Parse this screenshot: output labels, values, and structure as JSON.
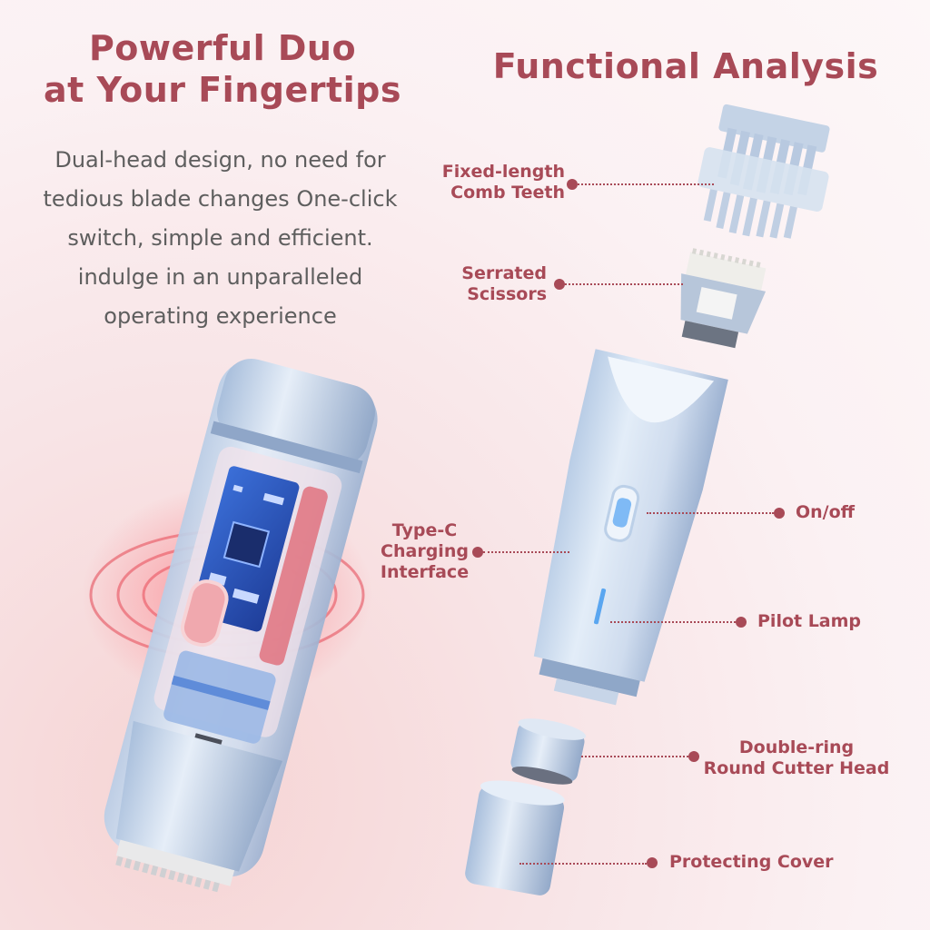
{
  "colors": {
    "accent": "#a84a57",
    "body_text": "#5e5e5e",
    "device_blue": "#c8d8ec",
    "device_blue_dark": "#9fb6d4",
    "glow_red": "#e8646e",
    "led_blue": "#5aa6f0"
  },
  "left": {
    "title_lines": [
      "Powerful Duo",
      "at Your Fingertips"
    ],
    "description_lines": [
      "Dual-head design, no need for",
      "tedious blade changes One-click",
      "switch, simple and efficient.",
      "indulge in an unparalleled",
      "operating experience"
    ]
  },
  "right": {
    "title": "Functional Analysis",
    "callouts": {
      "comb": [
        "Fixed-length",
        "Comb Teeth"
      ],
      "scissors": [
        "Serrated",
        "Scissors"
      ],
      "typec": [
        "Type-C",
        "Charging",
        "Interface"
      ],
      "onoff": [
        "On/off"
      ],
      "pilot": [
        "Pilot Lamp"
      ],
      "cutter": [
        "Double-ring",
        "Round Cutter Head"
      ],
      "cover": [
        "Protecting Cover"
      ]
    }
  },
  "icons": {
    "device_cutaway": "trimmer-cutaway-illustration",
    "comb_attachment": "comb-attachment-illustration",
    "blade_head": "serrated-blade-illustration",
    "device_body": "trimmer-body-illustration",
    "round_cutter": "round-cutter-illustration",
    "cover_cap": "protecting-cover-illustration"
  }
}
